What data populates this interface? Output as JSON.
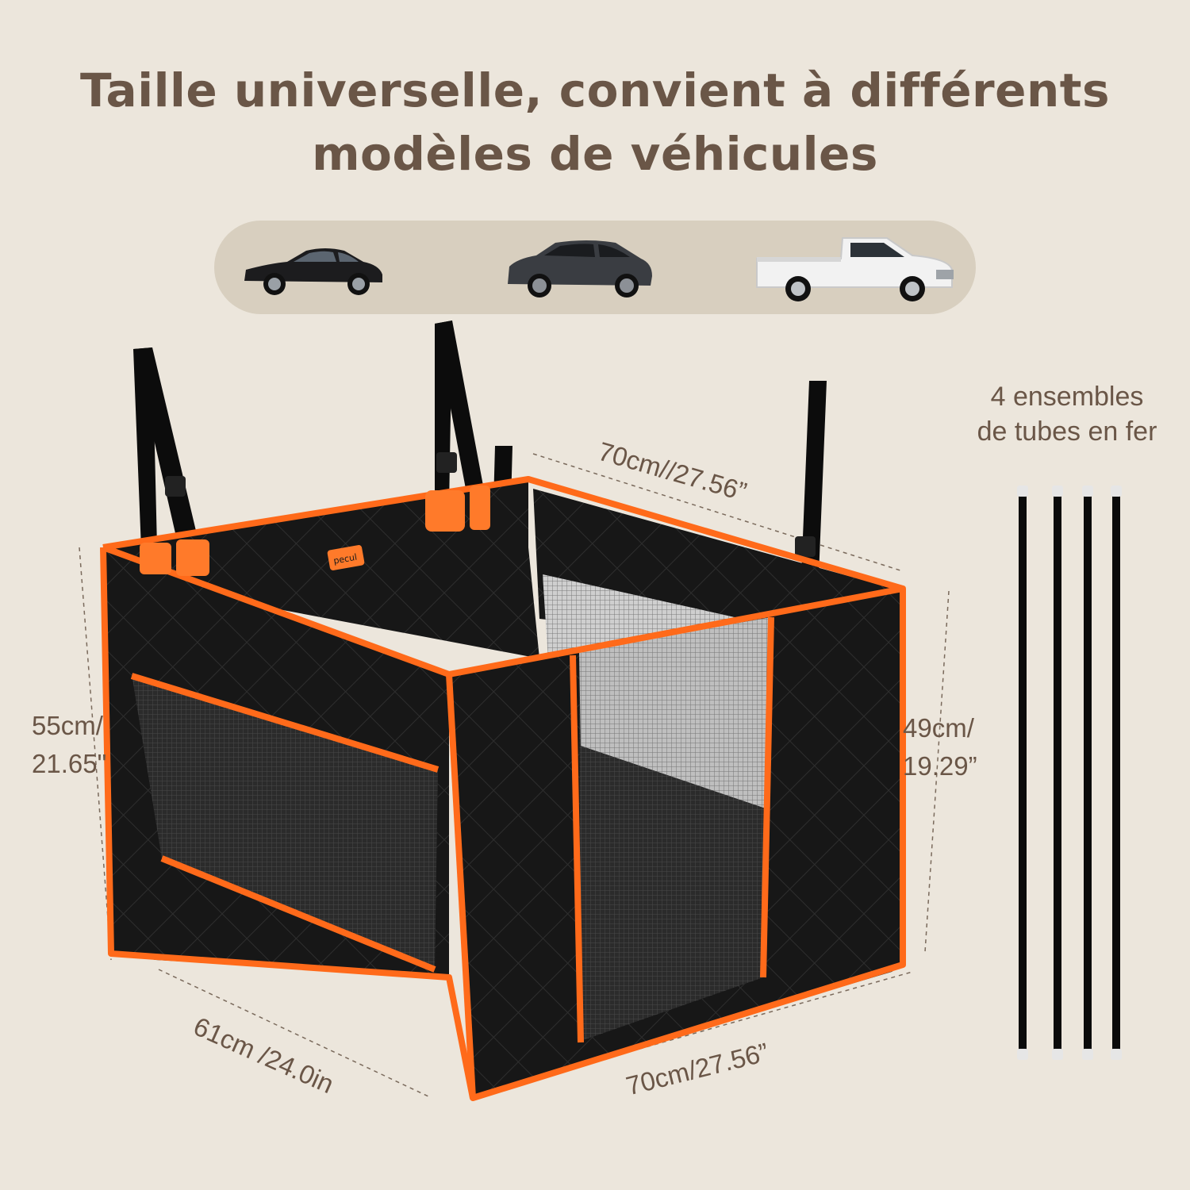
{
  "title": {
    "line1": "Taille universelle, convient à différents",
    "line2": "modèles de véhicules"
  },
  "vehicles": [
    {
      "name": "sedan-icon",
      "color": "#1c1c1e"
    },
    {
      "name": "suv-icon",
      "color": "#3a3d42"
    },
    {
      "name": "pickup-truck-icon",
      "color": "#f2f2f2"
    }
  ],
  "product": {
    "brand": "pecul",
    "body_color": "#161616",
    "trim_color": "#ff6a1a"
  },
  "dimensions": {
    "top_width": "70cm//27.56”",
    "left_height_line1": "55cm/",
    "left_height_line2": "21.65\"",
    "right_height_line1": "49cm/",
    "right_height_line2": "19.29”",
    "depth": "61cm  /24.0in",
    "bottom_width": "70cm/27.56”"
  },
  "tubes": {
    "label_line1": "4 ensembles",
    "label_line2": "de tubes en fer",
    "count": 4
  }
}
